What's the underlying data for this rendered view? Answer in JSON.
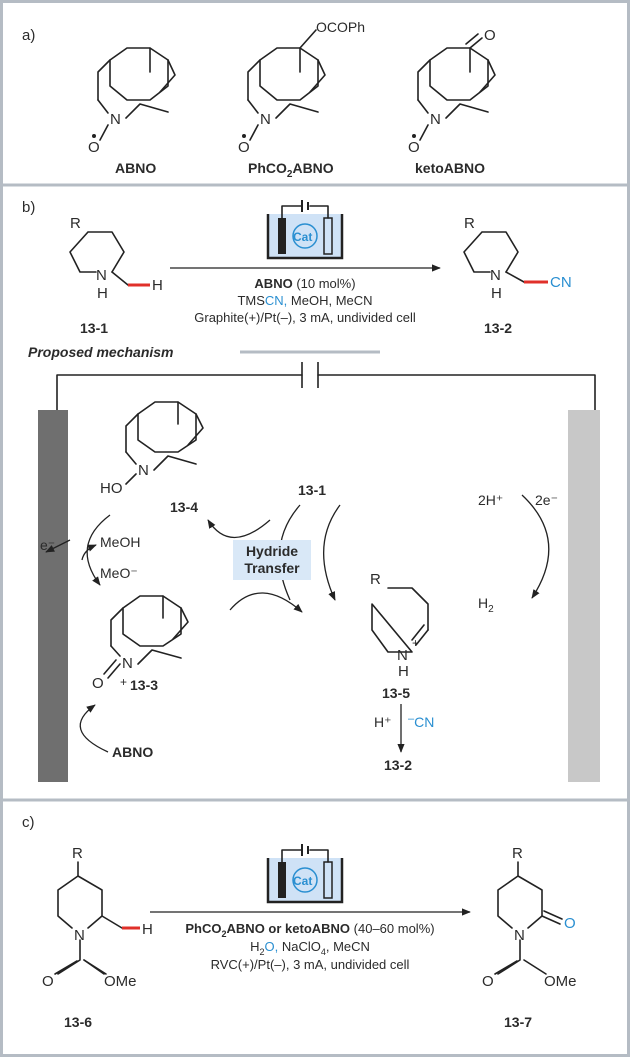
{
  "panel_a": {
    "label": "a)",
    "substituent_ocoph": "OCOPh",
    "ketone_o": "O",
    "n_atom": "N",
    "o_atom": "O",
    "compounds": [
      "ABNO",
      "PhCO",
      "2",
      "ABNO",
      "ketoABNO"
    ]
  },
  "panel_b": {
    "label": "b)",
    "r_label": "R",
    "nh_label": "N",
    "h_label": "H",
    "c_h_label": "H",
    "cn_label": "CN",
    "start_label": "13-1",
    "product_label": "13-2",
    "cat_label": "Cat",
    "cond_cat_bold": "ABNO",
    "cond_cat_rest": " (10 mol%)",
    "cond_reagent_a": "TMS",
    "cond_reagent_b": "CN,",
    "cond_reagent_c": " MeOH, MeCN",
    "cond_electrodes": "Graphite(+)/Pt(–), 3 mA, undivided cell",
    "mechanism_title": "Proposed mechanism"
  },
  "mechanism": {
    "ho_label": "HO",
    "n_label": "N",
    "hydroxylamine_label": "13-4",
    "substrate_label": "13-1",
    "e_minus": "e⁻",
    "meoh": "MeOH",
    "meo_minus": "MeO⁻",
    "hydride_line1": "Hydride",
    "hydride_line2": "Transfer",
    "oxo_o": "O",
    "oxo_n": "N",
    "plus": "+",
    "oxoammonium_label": "13-3",
    "abno": "ABNO",
    "r_label": "R",
    "iminium_n": "N",
    "iminium_h": "H",
    "iminium_label": "13-5",
    "h_plus": "H⁺",
    "cn_minus_sup": "–",
    "cn_minus": "CN",
    "product_label": "13-2",
    "two_h_plus": "2H⁺",
    "two_e_minus": "2e⁻",
    "h2": "H",
    "h2_sub": "2"
  },
  "panel_c": {
    "label": "c)",
    "r_label": "R",
    "n_label": "N",
    "h_label": "H",
    "carbamate_o": "O",
    "ome_label": "OMe",
    "start_label": "13-6",
    "product_label": "13-7",
    "product_ketone_o": "O",
    "cat_label": "Cat",
    "cond_cat_1": "PhCO",
    "cond_cat_sub": "2",
    "cond_cat_2": "ABNO  or ketoABNO",
    "cond_cat_3": " (40–60 mol%)",
    "cond_solvent_a": "H",
    "cond_solvent_sub": "2",
    "cond_solvent_o": "O,",
    "cond_solvent_b": " NaClO",
    "cond_solvent_sub2": "4",
    "cond_solvent_c": ", MeCN",
    "cond_electrodes": "RVC(+)/Pt(–), 3 mA, undivided cell"
  },
  "colors": {
    "accent_blue": "#2a8fd1",
    "bond_red": "#e0302a",
    "border_gray": "#b5bcc4",
    "hydride_box": "#d9e8f7",
    "anode": "#6f6f6f",
    "cathode": "#c8c8c8"
  }
}
